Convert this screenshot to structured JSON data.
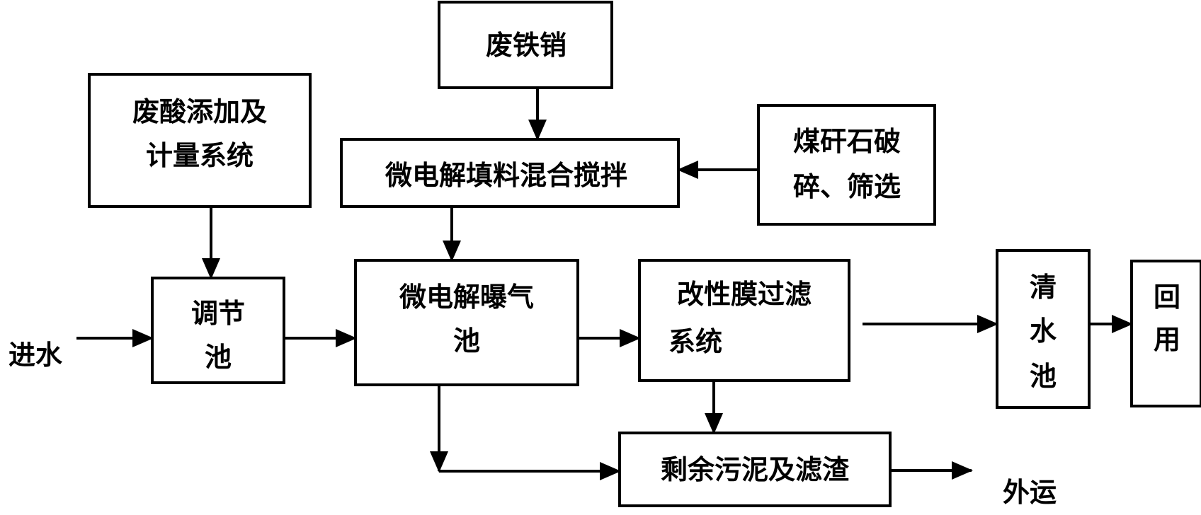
{
  "nodes": {
    "waste_iron": "废铁销",
    "acid_system": [
      "废酸添加及",
      "计量系统"
    ],
    "filler_mix": "微电解填料混合搅拌",
    "coal_gangue": [
      "煤矸石破",
      "碎、筛选"
    ],
    "inflow": "进水",
    "regulating_tank": [
      "调节",
      "池"
    ],
    "aeration_tank": [
      "微电解曝气",
      "池"
    ],
    "membrane_system": [
      "改性膜过滤",
      "系统"
    ],
    "clear_tank": [
      "清",
      "水",
      "池"
    ],
    "reuse": [
      "回",
      "用"
    ],
    "sludge": "剩余污泥及滤渣",
    "haul_out": "外运"
  }
}
